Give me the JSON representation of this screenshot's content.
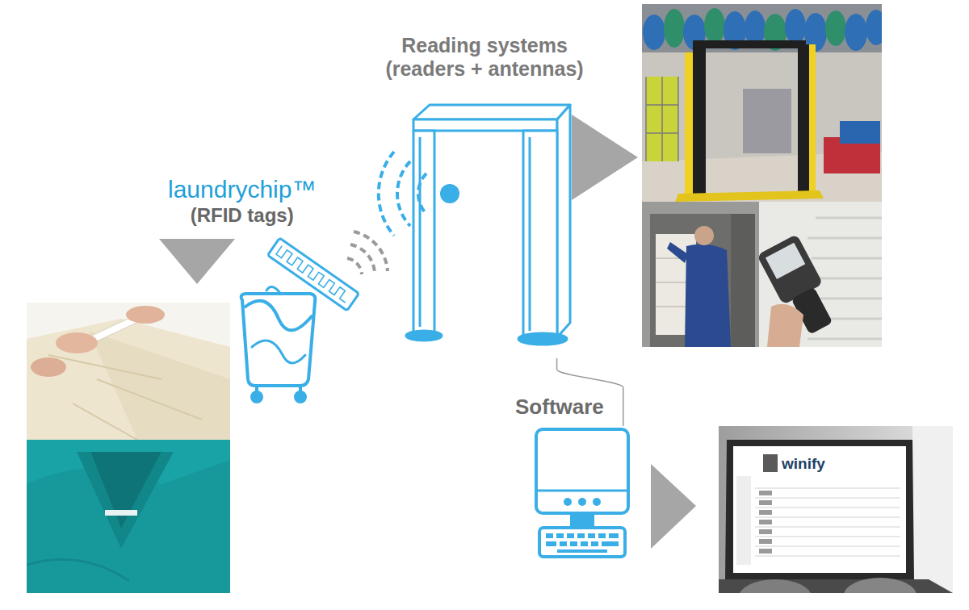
{
  "diagram": {
    "nodes": [
      {
        "text": [
          "laundrychip™",
          "(RFID tags)"
        ]
      },
      {
        "text": [
          "Reading systems (readers + antennas)"
        ]
      },
      {
        "text": [
          "Software"
        ]
      }
    ],
    "edges": [
      {
        "from": 1,
        "to": 2,
        "arrow": "none"
      }
    ],
    "labels": [
      "winify"
    ]
  }
}
